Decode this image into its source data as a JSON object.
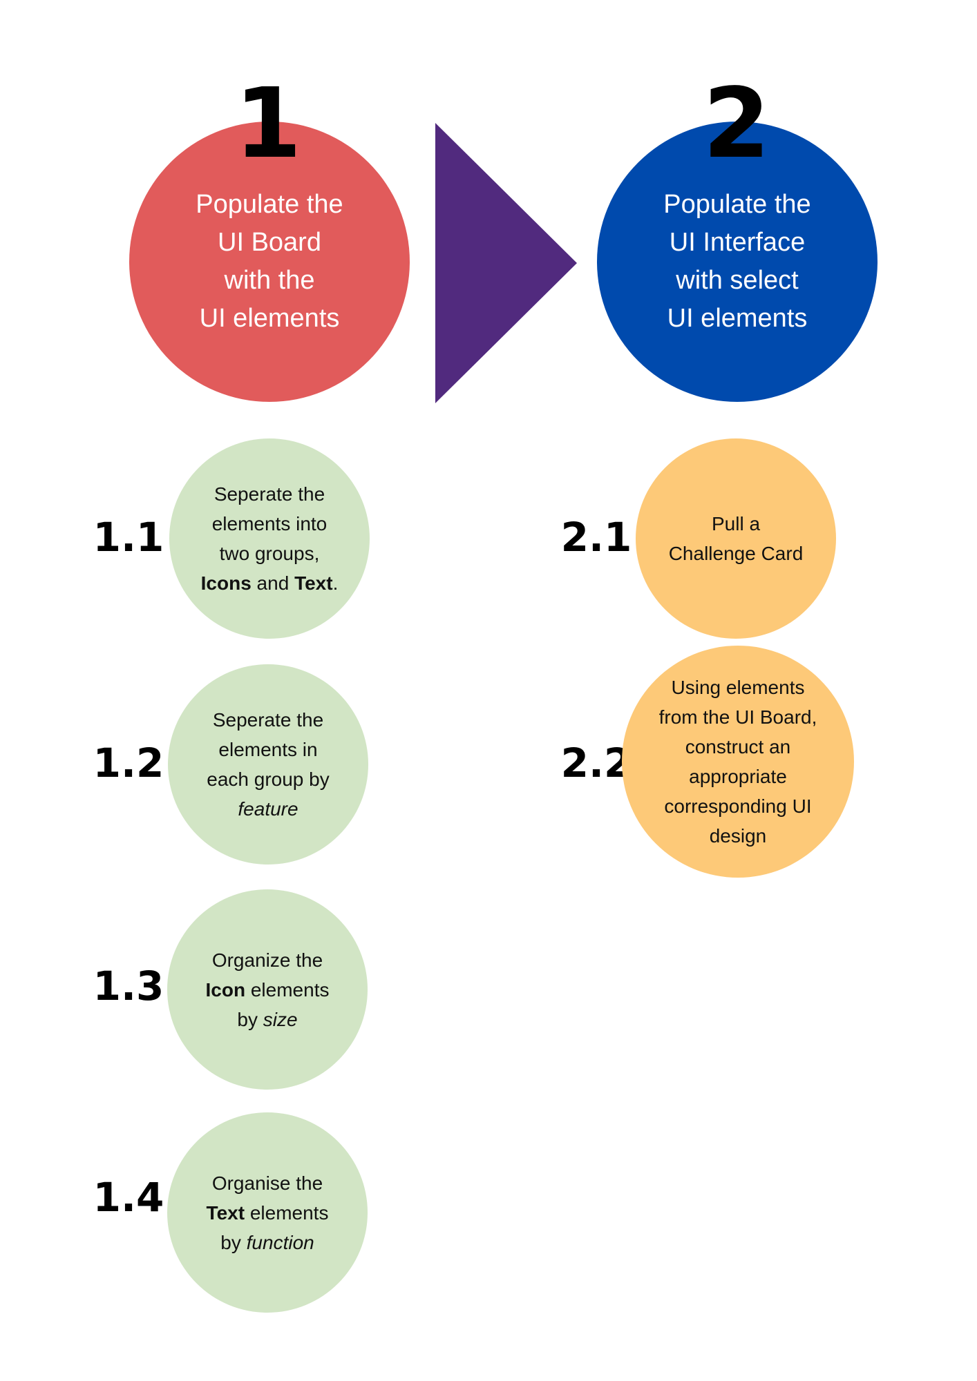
{
  "colors": {
    "stage1_fill": "#e15b5b",
    "stage2_fill": "#004aad",
    "arrow_fill": "#512a7e",
    "stage1_steps_fill": "#d2e5c5",
    "stage2_steps_fill": "#fdc978"
  },
  "stage1": {
    "number": "1",
    "lines": [
      "Populate the",
      "UI Board",
      "with the",
      "UI elements"
    ]
  },
  "stage2": {
    "number": "2",
    "lines": [
      "Populate the",
      "UI Interface",
      "with select",
      "UI elements"
    ]
  },
  "steps1": [
    {
      "number": "1.1",
      "lines": [
        [
          {
            "t": "Seperate the"
          }
        ],
        [
          {
            "t": "elements into"
          }
        ],
        [
          {
            "t": "two groups,"
          }
        ],
        [
          {
            "t": "Icons",
            "b": true
          },
          {
            "t": " and "
          },
          {
            "t": "Text",
            "b": true
          },
          {
            "t": "."
          }
        ]
      ]
    },
    {
      "number": "1.2",
      "lines": [
        [
          {
            "t": "Seperate the"
          }
        ],
        [
          {
            "t": "elements in"
          }
        ],
        [
          {
            "t": "each group by"
          }
        ],
        [
          {
            "t": "feature",
            "i": true
          }
        ]
      ]
    },
    {
      "number": "1.3",
      "lines": [
        [
          {
            "t": "Organize the"
          }
        ],
        [
          {
            "t": "Icon",
            "b": true
          },
          {
            "t": " elements"
          }
        ],
        [
          {
            "t": "by "
          },
          {
            "t": "size",
            "i": true
          }
        ]
      ]
    },
    {
      "number": "1.4",
      "lines": [
        [
          {
            "t": "Organise the"
          }
        ],
        [
          {
            "t": "Text",
            "b": true
          },
          {
            "t": " elements"
          }
        ],
        [
          {
            "t": "by "
          },
          {
            "t": "function",
            "i": true
          }
        ]
      ]
    }
  ],
  "steps2": [
    {
      "number": "2.1",
      "lines": [
        [
          {
            "t": "Pull a"
          }
        ],
        [
          {
            "t": "Challenge Card"
          }
        ]
      ]
    },
    {
      "number": "2.2",
      "lines": [
        [
          {
            "t": "Using elements"
          }
        ],
        [
          {
            "t": "from the UI Board,"
          }
        ],
        [
          {
            "t": "construct an"
          }
        ],
        [
          {
            "t": "appropriate"
          }
        ],
        [
          {
            "t": "corresponding UI"
          }
        ],
        [
          {
            "t": "design"
          }
        ]
      ]
    }
  ]
}
